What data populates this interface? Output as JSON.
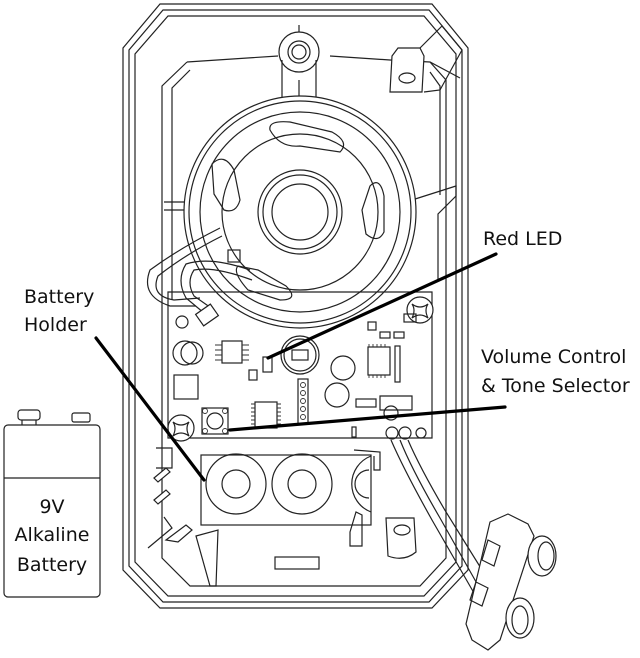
{
  "diagram": {
    "title": "Siren enclosure internal layout",
    "labels": {
      "red_led": "Red LED",
      "battery_holder_line1": "Battery",
      "battery_holder_line2": "Holder",
      "volume_line1": "Volume Control",
      "volume_line2": "& Tone Selector"
    },
    "battery": {
      "line1": "9V",
      "line2": "Alkaline",
      "line3": "Battery"
    },
    "components": [
      "speaker",
      "circuit-board",
      "red-led",
      "tone-selector-button",
      "battery-holder",
      "mounting-bracket",
      "enclosure"
    ]
  }
}
